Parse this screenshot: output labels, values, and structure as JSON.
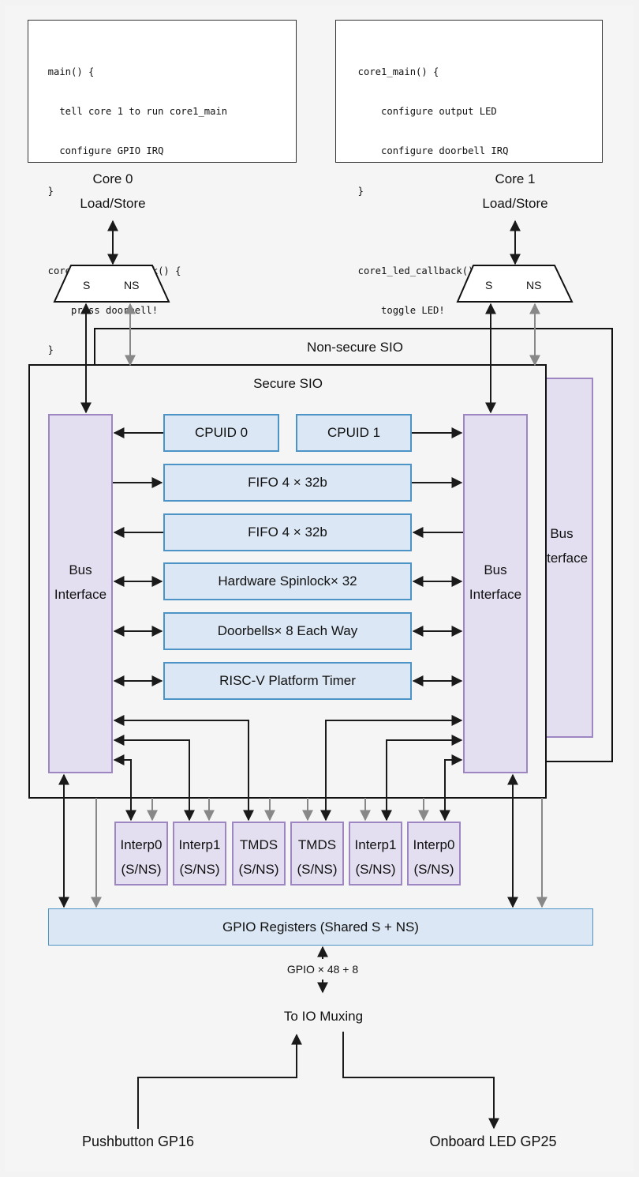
{
  "code": {
    "core0": [
      "  main() {",
      "    tell core 1 to run core1_main",
      "    configure GPIO IRQ",
      "  }",
      "",
      "  core0_gpio_callback() {",
      "      press doorbell!",
      "  }"
    ],
    "core1": [
      "  core1_main() {",
      "      configure output LED",
      "      configure doorbell IRQ",
      "  }",
      "",
      "  core1_led_callback() {",
      "      toggle LED!",
      "  }"
    ]
  },
  "cores": {
    "core0": {
      "name": "Core 0",
      "port": "Load/Store",
      "s": "S",
      "ns": "NS"
    },
    "core1": {
      "name": "Core 1",
      "port": "Load/Store",
      "s": "S",
      "ns": "NS"
    }
  },
  "sio": {
    "nonsecure_title": "Non-secure SIO",
    "secure_title": "Secure SIO",
    "bus_interface": [
      "Bus",
      "Interface"
    ],
    "blocks": {
      "cpuid0": "CPUID 0",
      "cpuid1": "CPUID 1",
      "fifo_a": "FIFO 4 × 32b",
      "fifo_b": "FIFO 4 × 32b",
      "spinlock": "Hardware Spinlock× 32",
      "doorbells": "Doorbells× 8 Each Way",
      "timer": "RISC-V Platform Timer"
    }
  },
  "interps": [
    {
      "name": "Interp0",
      "mode": "(S/NS)"
    },
    {
      "name": "Interp1",
      "mode": "(S/NS)"
    },
    {
      "name": "TMDS",
      "mode": "(S/NS)"
    },
    {
      "name": "TMDS",
      "mode": "(S/NS)"
    },
    {
      "name": "Interp1",
      "mode": "(S/NS)"
    },
    {
      "name": "Interp0",
      "mode": "(S/NS)"
    }
  ],
  "gpio": {
    "registers": "GPIO Registers (Shared S + NS)",
    "width": "GPIO × 48 + 8",
    "io_muxing": "To IO Muxing",
    "pushbutton": "Pushbutton GP16",
    "led": "Onboard LED GP25"
  },
  "colors": {
    "blue_fill": "#dbe7f4",
    "blue_border": "#4d94c6",
    "purple_fill": "#e3dff0",
    "purple_border": "#9d86c2",
    "gray_arrow": "#888888"
  }
}
